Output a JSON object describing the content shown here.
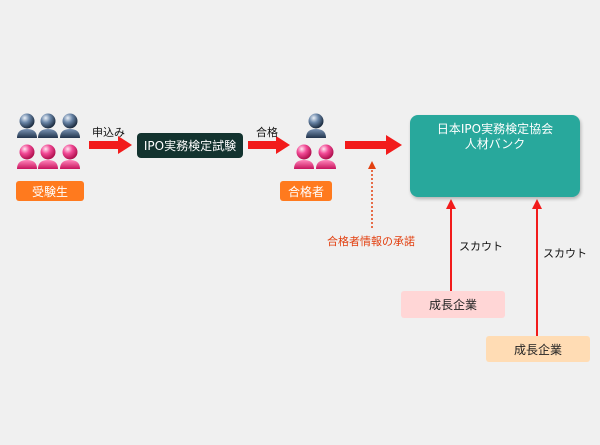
{
  "nodes": {
    "examinees": "受験生",
    "exam": "IPO実務検定試験",
    "passers": "合格者",
    "bank_line1": "日本IPO実務検定協会",
    "bank_line2": "人材バンク",
    "company1": "成長企業",
    "company2": "成長企業"
  },
  "edges": {
    "apply": "申込み",
    "pass": "合格",
    "consent": "合格者情報の承諾",
    "scout1": "スカウト",
    "scout2": "スカウト"
  },
  "colors": {
    "background": "#f0f0f0",
    "male_figure": "#2e4660",
    "female_figure": "#e8257a",
    "arrow_red": "#f21b1b",
    "consent_orange": "#e24010",
    "label_orange": "#ff7a1e",
    "bank_teal": "#28a89c",
    "exam_dark": "#13332f",
    "company1_pink": "#ffd6d6",
    "company2_peach": "#ffdcb4"
  }
}
